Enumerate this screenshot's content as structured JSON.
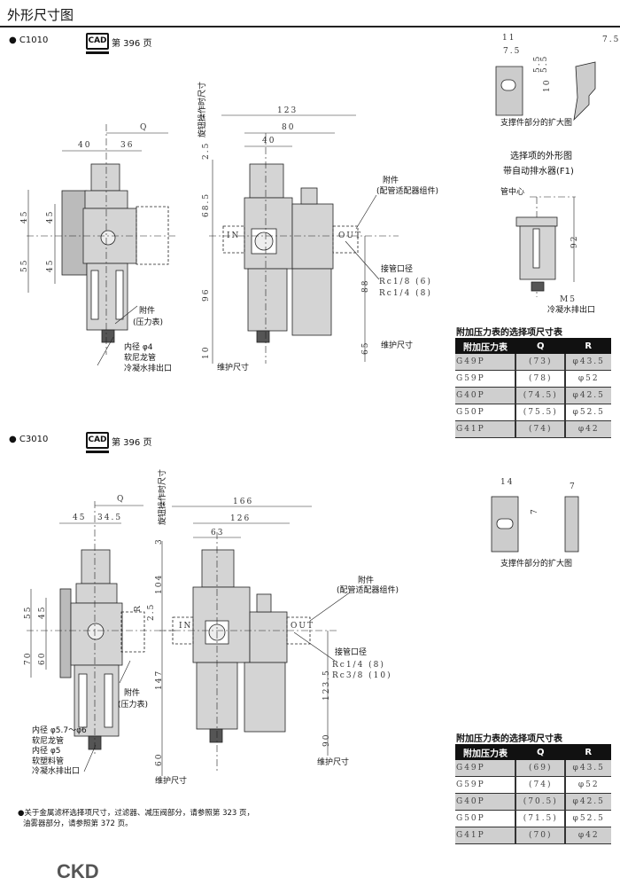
{
  "title": "外形尺寸图",
  "cad_icon_label": "CAD",
  "sections": [
    {
      "model": "C1010",
      "cad_page": "第 396 页",
      "left": {
        "w1": "40",
        "w2": "36",
        "q": "Q",
        "h1": "45",
        "h2": "45",
        "h3": "55",
        "h4": "45",
        "acc1": "附件",
        "acc2": "(压力表)",
        "tube1": "内径 φ4",
        "tube2": "软尼龙管",
        "drain": "冷凝水排出口"
      },
      "mid": {
        "knob": "旋钮操作时尺寸",
        "w123": "123",
        "w80": "80",
        "w40": "40",
        "h25": "2.5",
        "h685": "68.5",
        "h96": "96",
        "h10": "10",
        "in": "IN",
        "out": "OUT",
        "acc1": "附件",
        "acc2": "(配管适配器组件)",
        "port": "接管口径",
        "rc1": "Rc1/8 (6)",
        "rc2": "Rc1/4 (8)",
        "h88": "88",
        "h65": "65",
        "maint1": "维护尺寸",
        "maint2": "维护尺寸"
      },
      "bracket": {
        "d11": "11",
        "d75": "7.5",
        "d55a": "5.5",
        "d55b": "5.5",
        "d10": "10",
        "d75r": "7.5",
        "caption": "支撑件部分的扩大图"
      },
      "option": {
        "title1": "选择项的外形图",
        "title2": "带自动排水器(F1)",
        "center": "管中心",
        "h92": "92",
        "m5": "M5",
        "drain": "冷凝水排出口"
      },
      "table": {
        "caption": "附加压力表的选择项尺寸表",
        "headers": [
          "附加压力表",
          "Q",
          "R"
        ],
        "rows": [
          [
            "G49P",
            "(73)",
            "φ43.5"
          ],
          [
            "G59P",
            "(78)",
            "φ52"
          ],
          [
            "G40P",
            "(74.5)",
            "φ42.5"
          ],
          [
            "G50P",
            "(75.5)",
            "φ52.5"
          ],
          [
            "G41P",
            "(74)",
            "φ42"
          ]
        ]
      }
    },
    {
      "model": "C3010",
      "cad_page": "第 396 页",
      "left": {
        "w1": "45",
        "w2": "34.5",
        "q": "Q",
        "r": "R",
        "h1": "55",
        "h2": "45",
        "h3": "70",
        "h4": "60",
        "acc1": "附件",
        "acc2": "(压力表)",
        "tube1": "内径 φ5.7～φ6",
        "tube2": "软尼龙管",
        "tube3": "内径 φ5",
        "tube4": "软塑料管",
        "drain": "冷凝水排出口"
      },
      "mid": {
        "knob": "旋钮操作时尺寸",
        "w166": "166",
        "w126": "126",
        "w63": "63",
        "h3": "3",
        "h104": "104",
        "h25": "2.5",
        "h147": "147",
        "h60": "60",
        "in": "IN",
        "out": "OUT",
        "acc1": "附件",
        "acc2": "(配管适配器组件)",
        "port": "接管口径",
        "rc1": "Rc1/4 (8)",
        "rc2": "Rc3/8 (10)",
        "h1235": "123.5",
        "h90": "90",
        "maint1": "维护尺寸",
        "maint2": "维护尺寸"
      },
      "bracket": {
        "d14": "14",
        "d7a": "7",
        "d7b": "7",
        "caption": "支撑件部分的扩大图"
      },
      "table": {
        "caption": "附加压力表的选择项尺寸表",
        "headers": [
          "附加压力表",
          "Q",
          "R"
        ],
        "rows": [
          [
            "G49P",
            "(69)",
            "φ43.5"
          ],
          [
            "G59P",
            "(74)",
            "φ52"
          ],
          [
            "G40P",
            "(70.5)",
            "φ42.5"
          ],
          [
            "G50P",
            "(71.5)",
            "φ52.5"
          ],
          [
            "G41P",
            "(70)",
            "φ42"
          ]
        ]
      }
    }
  ],
  "note_line1": "●关于金属滤杯选择项尺寸，过滤器、减压阀部分，请参照第 323 页，",
  "note_line2": "油雾器部分，请参照第 372 页。",
  "logo": "CKD"
}
